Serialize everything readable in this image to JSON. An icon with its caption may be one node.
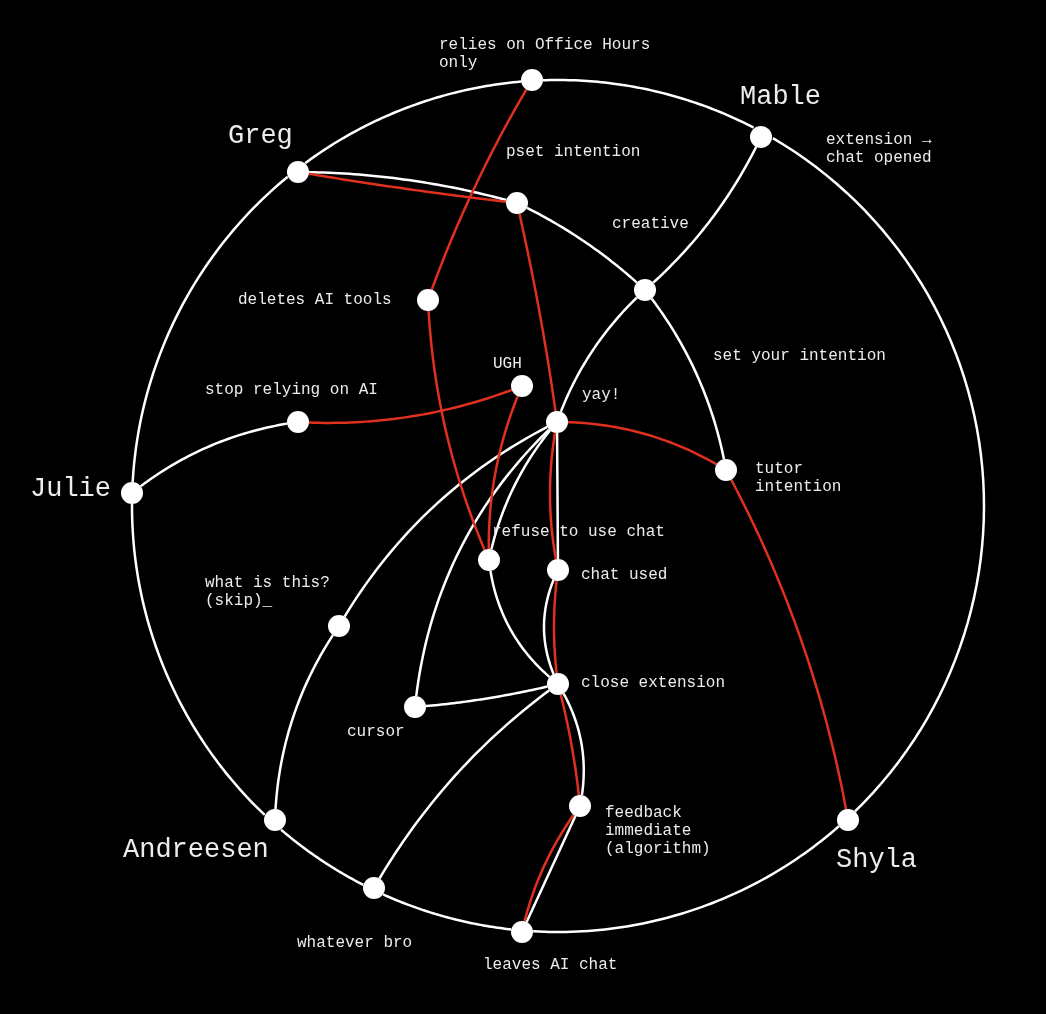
{
  "diagram": {
    "nodes": [
      {
        "text": [
          "relies on Office Hours only"
        ]
      },
      {
        "text": [
          "Mable",
          "extension → chat opened"
        ]
      },
      {
        "text": [
          "Greg"
        ]
      },
      {
        "text": [
          "pset intention"
        ]
      },
      {
        "text": [
          "creative"
        ]
      },
      {
        "text": [
          "deletes AI tools"
        ]
      },
      {
        "text": [
          "UGH"
        ]
      },
      {
        "text": [
          "stop relying on AI"
        ]
      },
      {
        "text": [
          "yay!"
        ]
      },
      {
        "text": [
          "tutor intention"
        ]
      },
      {
        "text": [
          "Julie"
        ]
      },
      {
        "text": [
          "refuse to use chat"
        ]
      },
      {
        "text": [
          "chat used"
        ]
      },
      {
        "text": [
          "what is this? (skip)_"
        ]
      },
      {
        "text": [
          "close extension"
        ]
      },
      {
        "text": [
          "cursor"
        ]
      },
      {
        "text": [
          "feedback immediate (algorithm)"
        ]
      },
      {
        "text": [
          "Andreesen"
        ]
      },
      {
        "text": [
          "Shyla"
        ]
      },
      {
        "text": [
          "whatever bro"
        ]
      },
      {
        "text": [
          "leaves AI chat"
        ]
      }
    ],
    "edges": [
      {
        "from": 0,
        "to": 1,
        "arrow": "none"
      },
      {
        "from": 1,
        "to": 18,
        "arrow": "none"
      },
      {
        "from": 18,
        "to": 20,
        "arrow": "none"
      },
      {
        "from": 20,
        "to": 19,
        "arrow": "none"
      },
      {
        "from": 19,
        "to": 17,
        "arrow": "none"
      },
      {
        "from": 17,
        "to": 10,
        "arrow": "none"
      },
      {
        "from": 10,
        "to": 2,
        "arrow": "none"
      },
      {
        "from": 2,
        "to": 0,
        "arrow": "none"
      },
      {
        "from": 2,
        "to": 3,
        "arrow": "none"
      },
      {
        "from": 3,
        "to": 4,
        "arrow": "none"
      },
      {
        "from": 1,
        "to": 4,
        "arrow": "none"
      },
      {
        "from": 4,
        "to": 8,
        "arrow": "none"
      },
      {
        "from": 4,
        "to": 9,
        "arrow": "none",
        "label": "set your intention"
      },
      {
        "from": 10,
        "to": 7,
        "arrow": "none"
      },
      {
        "from": 8,
        "to": 13,
        "arrow": "none"
      },
      {
        "from": 8,
        "to": 15,
        "arrow": "none"
      },
      {
        "from": 8,
        "to": 11,
        "arrow": "none"
      },
      {
        "from": 11,
        "to": 14,
        "arrow": "none"
      },
      {
        "from": 8,
        "to": 12,
        "arrow": "none"
      },
      {
        "from": 12,
        "to": 14,
        "arrow": "none"
      },
      {
        "from": 15,
        "to": 14,
        "arrow": "none"
      },
      {
        "from": 19,
        "to": 14,
        "arrow": "none"
      },
      {
        "from": 14,
        "to": 16,
        "arrow": "none"
      },
      {
        "from": 16,
        "to": 20,
        "arrow": "none"
      },
      {
        "from": 17,
        "to": 13,
        "arrow": "none"
      },
      {
        "from": 0,
        "to": 5,
        "arrow": "none",
        "color": "#e0301e"
      },
      {
        "from": 5,
        "to": 11,
        "arrow": "none",
        "color": "#e0301e"
      },
      {
        "from": 2,
        "to": 3,
        "arrow": "none",
        "color": "#e0301e"
      },
      {
        "from": 3,
        "to": 8,
        "arrow": "none",
        "color": "#e0301e"
      },
      {
        "from": 7,
        "to": 6,
        "arrow": "none",
        "color": "#e0301e"
      },
      {
        "from": 6,
        "to": 11,
        "arrow": "none",
        "color": "#e0301e"
      },
      {
        "from": 8,
        "to": 9,
        "arrow": "none",
        "color": "#e0301e"
      },
      {
        "from": 9,
        "to": 18,
        "arrow": "none",
        "color": "#e0301e"
      },
      {
        "from": 8,
        "to": 12,
        "arrow": "none",
        "color": "#e0301e"
      },
      {
        "from": 12,
        "to": 14,
        "arrow": "none",
        "color": "#e0301e"
      },
      {
        "from": 14,
        "to": 16,
        "arrow": "none",
        "color": "#e0301e"
      },
      {
        "from": 16,
        "to": 20,
        "arrow": "none",
        "color": "#e0301e"
      }
    ]
  }
}
